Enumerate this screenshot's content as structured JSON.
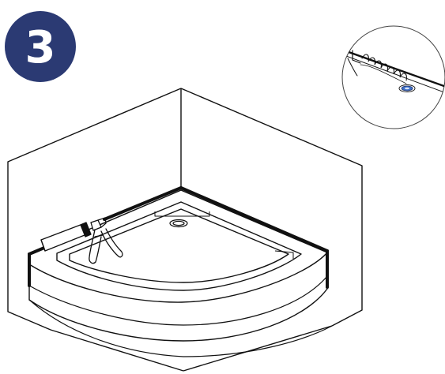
{
  "step": {
    "number": "3",
    "badge_color": "#2b3a73",
    "badge_text_color": "#ffffff"
  },
  "illustration": {
    "subject": "corner-shower-tray-installation",
    "stroke_color": "#111111",
    "drain_ring_color": "#3d6fc8"
  },
  "icons": {
    "silicone-gun-icon": "silicone sealant gun",
    "drain-icon": "waste drain",
    "spring-icon": "compressed spring / flexible waste pipe"
  }
}
